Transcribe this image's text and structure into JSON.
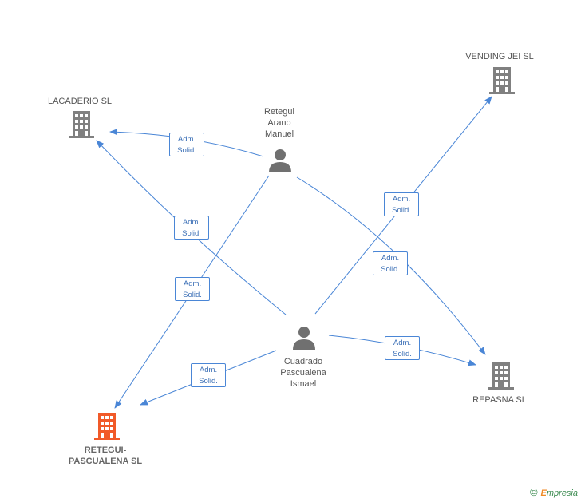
{
  "nodes": {
    "lacaderio": {
      "label": "LACADERIO  SL",
      "kind": "company"
    },
    "vending": {
      "label": "VENDING JEI SL",
      "kind": "company"
    },
    "repasna": {
      "label": "REPASNA SL",
      "kind": "company"
    },
    "retegui_pascualena": {
      "label_line1": "RETEGUI-",
      "label_line2": "PASCUALENA SL",
      "kind": "company-highlight"
    },
    "retegui_arano": {
      "label_line1": "Retegui",
      "label_line2": "Arano",
      "label_line3": "Manuel",
      "kind": "person"
    },
    "cuadrado": {
      "label_line1": "Cuadrado",
      "label_line2": "Pascualena",
      "label_line3": "Ismael",
      "kind": "person"
    }
  },
  "relation": {
    "line1": "Adm.",
    "line2": "Solid."
  },
  "edges": [
    {
      "from": "retegui_arano",
      "to": "lacaderio",
      "label": "Adm. Solid."
    },
    {
      "from": "retegui_arano",
      "to": "retegui_pascualena",
      "label": "Adm. Solid."
    },
    {
      "from": "retegui_arano",
      "to": "repasna",
      "label": "Adm. Solid."
    },
    {
      "from": "cuadrado",
      "to": "lacaderio",
      "label": "Adm. Solid."
    },
    {
      "from": "cuadrado",
      "to": "vending",
      "label": "Adm. Solid."
    },
    {
      "from": "cuadrado",
      "to": "repasna",
      "label": "Adm. Solid."
    },
    {
      "from": "cuadrado",
      "to": "retegui_pascualena",
      "label": "Adm. Solid."
    }
  ],
  "colors": {
    "edge": "#4a86d6",
    "company": "#808080",
    "company_highlight": "#f15a29",
    "person": "#707070"
  },
  "icons": {
    "company": "building-icon",
    "person": "person-icon"
  },
  "footer": {
    "copyright_symbol": "©",
    "brand_first": "E",
    "brand_rest": "mpresia"
  }
}
